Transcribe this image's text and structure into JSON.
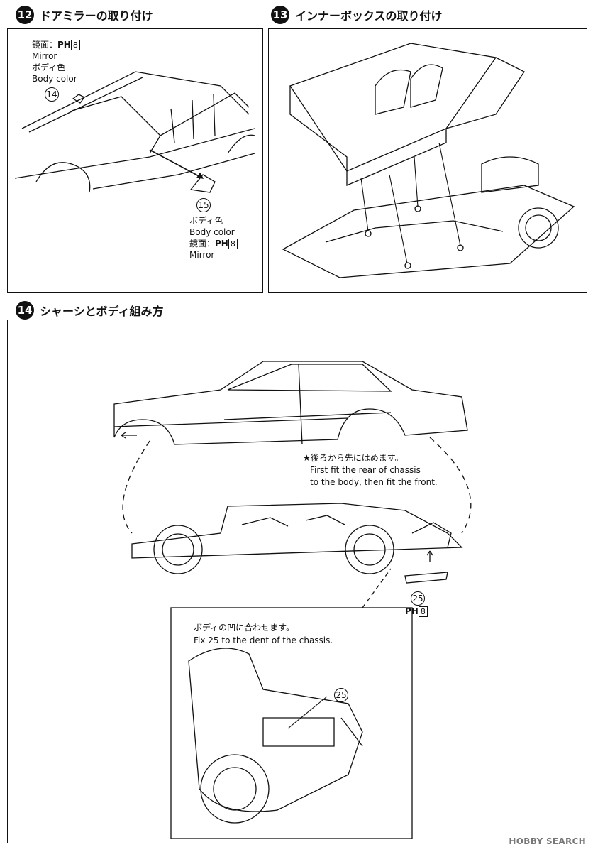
{
  "step12": {
    "number": "12",
    "title": "ドアミラーの取り付け",
    "part14": {
      "num": "14",
      "line1": "鏡面：",
      "ph": "PH",
      "paint": "8",
      "line2": "Mirror",
      "line3": "ボディ色",
      "line4": "Body color"
    },
    "part15": {
      "num": "15",
      "line1": "ボディ色",
      "line2": "Body color",
      "line3": "鏡面：",
      "ph": "PH",
      "paint": "8",
      "line4": "Mirror"
    }
  },
  "step13": {
    "number": "13",
    "title": "インナーボックスの取り付け"
  },
  "step14": {
    "number": "14",
    "title": "シャーシとボディ組み方",
    "note_jp": "★後ろから先にはめます。",
    "note_en1": "First fit the rear of chassis",
    "note_en2": "to the body, then fit the front.",
    "part25": {
      "num": "25",
      "ph": "PH",
      "paint": "8"
    },
    "detail_jp": "ボディの凹に合わせます。",
    "detail_en": "Fix 25  to the dent of the chassis.",
    "detail_num": "25"
  },
  "watermark": "HOBBY SEARCH"
}
